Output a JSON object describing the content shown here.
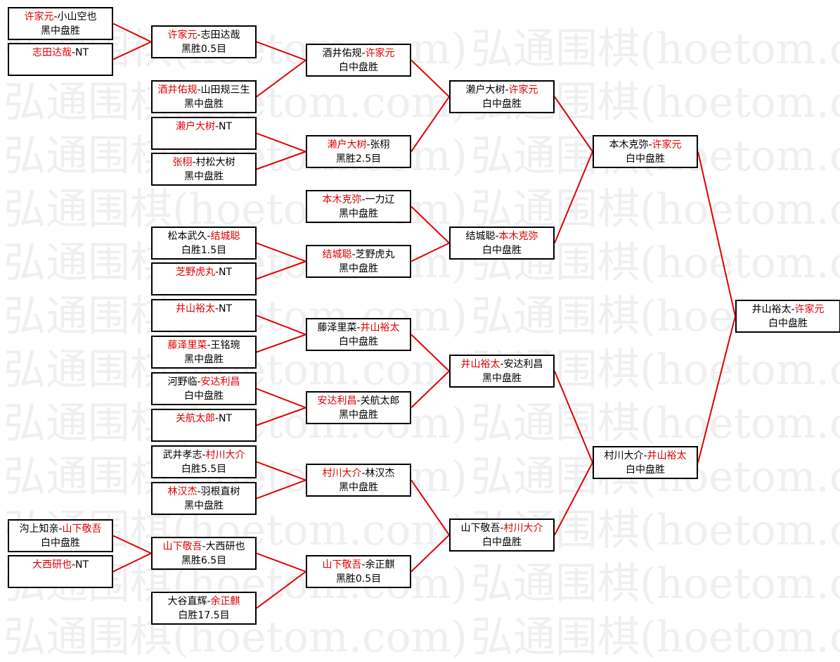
{
  "watermark_text": "弘通围棋(hoetom.com)",
  "colors": {
    "winner_text": "#e00000",
    "connector": "#e00000",
    "border": "#000000"
  },
  "matches": [
    {
      "id": "r1m1",
      "players": [
        "许家元",
        "小山空也"
      ],
      "winner": 0,
      "result": "黑中盘胜"
    },
    {
      "id": "r1m2",
      "players": [
        "志田达哉",
        "NT"
      ],
      "winner": 0,
      "result": ""
    },
    {
      "id": "r1m3",
      "players": [
        "沟上知亲",
        "山下敬吾"
      ],
      "winner": 1,
      "result": "白中盘胜"
    },
    {
      "id": "r1m4",
      "players": [
        "大西研也",
        "NT"
      ],
      "winner": 0,
      "result": ""
    },
    {
      "id": "r2m1",
      "players": [
        "许家元",
        "志田达哉"
      ],
      "winner": 0,
      "result": "黑胜0.5目"
    },
    {
      "id": "r2m2",
      "players": [
        "酒井佑规",
        "山田规三生"
      ],
      "winner": 0,
      "result": "黑中盘胜"
    },
    {
      "id": "r2m3",
      "players": [
        "濑户大树",
        "NT"
      ],
      "winner": 0,
      "result": ""
    },
    {
      "id": "r2m4",
      "players": [
        "张栩",
        "村松大树"
      ],
      "winner": 0,
      "result": "黑中盘胜"
    },
    {
      "id": "r2m5",
      "players": [
        "松本武久",
        "结城聪"
      ],
      "winner": 1,
      "result": "白胜1.5目"
    },
    {
      "id": "r2m6",
      "players": [
        "芝野虎丸",
        "NT"
      ],
      "winner": 0,
      "result": ""
    },
    {
      "id": "r2m7",
      "players": [
        "井山裕太",
        "NT"
      ],
      "winner": 0,
      "result": ""
    },
    {
      "id": "r2m8",
      "players": [
        "藤泽里菜",
        "王铭琬"
      ],
      "winner": 0,
      "result": "黑中盘胜"
    },
    {
      "id": "r2m9",
      "players": [
        "河野临",
        "安达利昌"
      ],
      "winner": 1,
      "result": "白中盘胜"
    },
    {
      "id": "r2m10",
      "players": [
        "关航太郎",
        "NT"
      ],
      "winner": 0,
      "result": ""
    },
    {
      "id": "r2m11",
      "players": [
        "武井孝志",
        "村川大介"
      ],
      "winner": 1,
      "result": "白胜5.5目"
    },
    {
      "id": "r2m12",
      "players": [
        "林汉杰",
        "羽根直树"
      ],
      "winner": 0,
      "result": "黑中盘胜"
    },
    {
      "id": "r2m13",
      "players": [
        "山下敬吾",
        "大西研也"
      ],
      "winner": 0,
      "result": "黑胜6.5目"
    },
    {
      "id": "r2m14",
      "players": [
        "大谷直辉",
        "余正麒"
      ],
      "winner": 1,
      "result": "白胜17.5目"
    },
    {
      "id": "r3m1",
      "players": [
        "酒井佑规",
        "许家元"
      ],
      "winner": 1,
      "result": "白中盘胜"
    },
    {
      "id": "r3m2",
      "players": [
        "濑户大树",
        "张栩"
      ],
      "winner": 0,
      "result": "黑胜2.5目"
    },
    {
      "id": "r3m3",
      "players": [
        "本木克弥",
        "一力辽"
      ],
      "winner": 0,
      "result": "黑中盘胜"
    },
    {
      "id": "r3m4",
      "players": [
        "结城聪",
        "芝野虎丸"
      ],
      "winner": 0,
      "result": "黑中盘胜"
    },
    {
      "id": "r3m5",
      "players": [
        "藤泽里菜",
        "井山裕太"
      ],
      "winner": 1,
      "result": "白中盘胜"
    },
    {
      "id": "r3m6",
      "players": [
        "安达利昌",
        "关航太郎"
      ],
      "winner": 0,
      "result": "黑中盘胜"
    },
    {
      "id": "r3m7",
      "players": [
        "村川大介",
        "林汉杰"
      ],
      "winner": 0,
      "result": "黑中盘胜"
    },
    {
      "id": "r3m8",
      "players": [
        "山下敬吾",
        "余正麒"
      ],
      "winner": 0,
      "result": "黑胜0.5目"
    },
    {
      "id": "r4m1",
      "players": [
        "濑户大树",
        "许家元"
      ],
      "winner": 1,
      "result": "白中盘胜"
    },
    {
      "id": "r4m2",
      "players": [
        "结城聪",
        "本木克弥"
      ],
      "winner": 1,
      "result": "白中盘胜"
    },
    {
      "id": "r4m3",
      "players": [
        "井山裕太",
        "安达利昌"
      ],
      "winner": 0,
      "result": "黑中盘胜"
    },
    {
      "id": "r4m4",
      "players": [
        "山下敬吾",
        "村川大介"
      ],
      "winner": 1,
      "result": "白中盘胜"
    },
    {
      "id": "r5m1",
      "players": [
        "本木克弥",
        "许家元"
      ],
      "winner": 1,
      "result": "白中盘胜"
    },
    {
      "id": "r5m2",
      "players": [
        "村川大介",
        "井山裕太"
      ],
      "winner": 1,
      "result": "白中盘胜"
    },
    {
      "id": "final",
      "players": [
        "井山裕太",
        "许家元"
      ],
      "winner": 1,
      "result": "白中盘胜"
    }
  ],
  "connectors": [
    [
      "r1m1",
      "r1m2",
      "r2m1"
    ],
    [
      "r1m3",
      "r1m4",
      "r2m13"
    ],
    [
      "r2m1",
      "r2m2",
      "r3m1"
    ],
    [
      "r2m3",
      "r2m4",
      "r3m2"
    ],
    [
      "r2m5",
      "r2m6",
      "r3m4"
    ],
    [
      "r2m7",
      "r2m8",
      "r3m5"
    ],
    [
      "r2m9",
      "r2m10",
      "r3m6"
    ],
    [
      "r2m11",
      "r2m12",
      "r3m7"
    ],
    [
      "r2m13",
      "r2m14",
      "r3m8"
    ],
    [
      "r3m1",
      "r3m2",
      "r4m1"
    ],
    [
      "r3m3",
      "r3m4",
      "r4m2"
    ],
    [
      "r3m5",
      "r3m6",
      "r4m3"
    ],
    [
      "r3m7",
      "r3m8",
      "r4m4"
    ],
    [
      "r4m1",
      "r4m2",
      "r5m1"
    ],
    [
      "r4m3",
      "r4m4",
      "r5m2"
    ],
    [
      "r5m1",
      "r5m2",
      "final"
    ]
  ]
}
